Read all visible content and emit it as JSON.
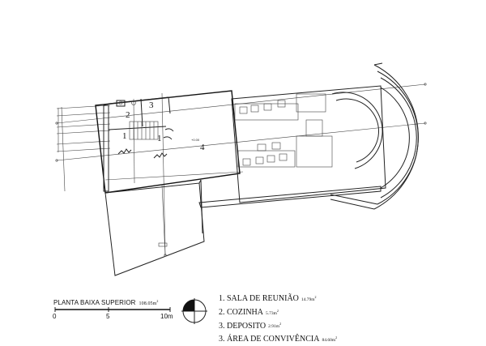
{
  "drawing": {
    "title": "PLANTA BAIXA SUPERIOR",
    "total_area": "108.05m",
    "total_area_sup": "2",
    "level_tag": "+0.00",
    "rooms": [
      {
        "num": "1"
      },
      {
        "num": "1"
      },
      {
        "num": "2"
      },
      {
        "num": "3"
      },
      {
        "num": "4"
      }
    ]
  },
  "scale_bar": {
    "labels": [
      "0",
      "5",
      "10m"
    ]
  },
  "legend": {
    "items": [
      {
        "label": "1. SALA DE REUNIÃO",
        "area": "14.79m",
        "sup": "2"
      },
      {
        "label": "2. COZINHA",
        "area": "5.73m",
        "sup": "2"
      },
      {
        "label": "3. DEPOSITO",
        "area": "2.91m",
        "sup": "2"
      },
      {
        "label": "3. ÁREA DE CONVIVÊNCIA",
        "area": "84.60m",
        "sup": "2"
      }
    ]
  },
  "north_icon": "north-arrow-icon"
}
